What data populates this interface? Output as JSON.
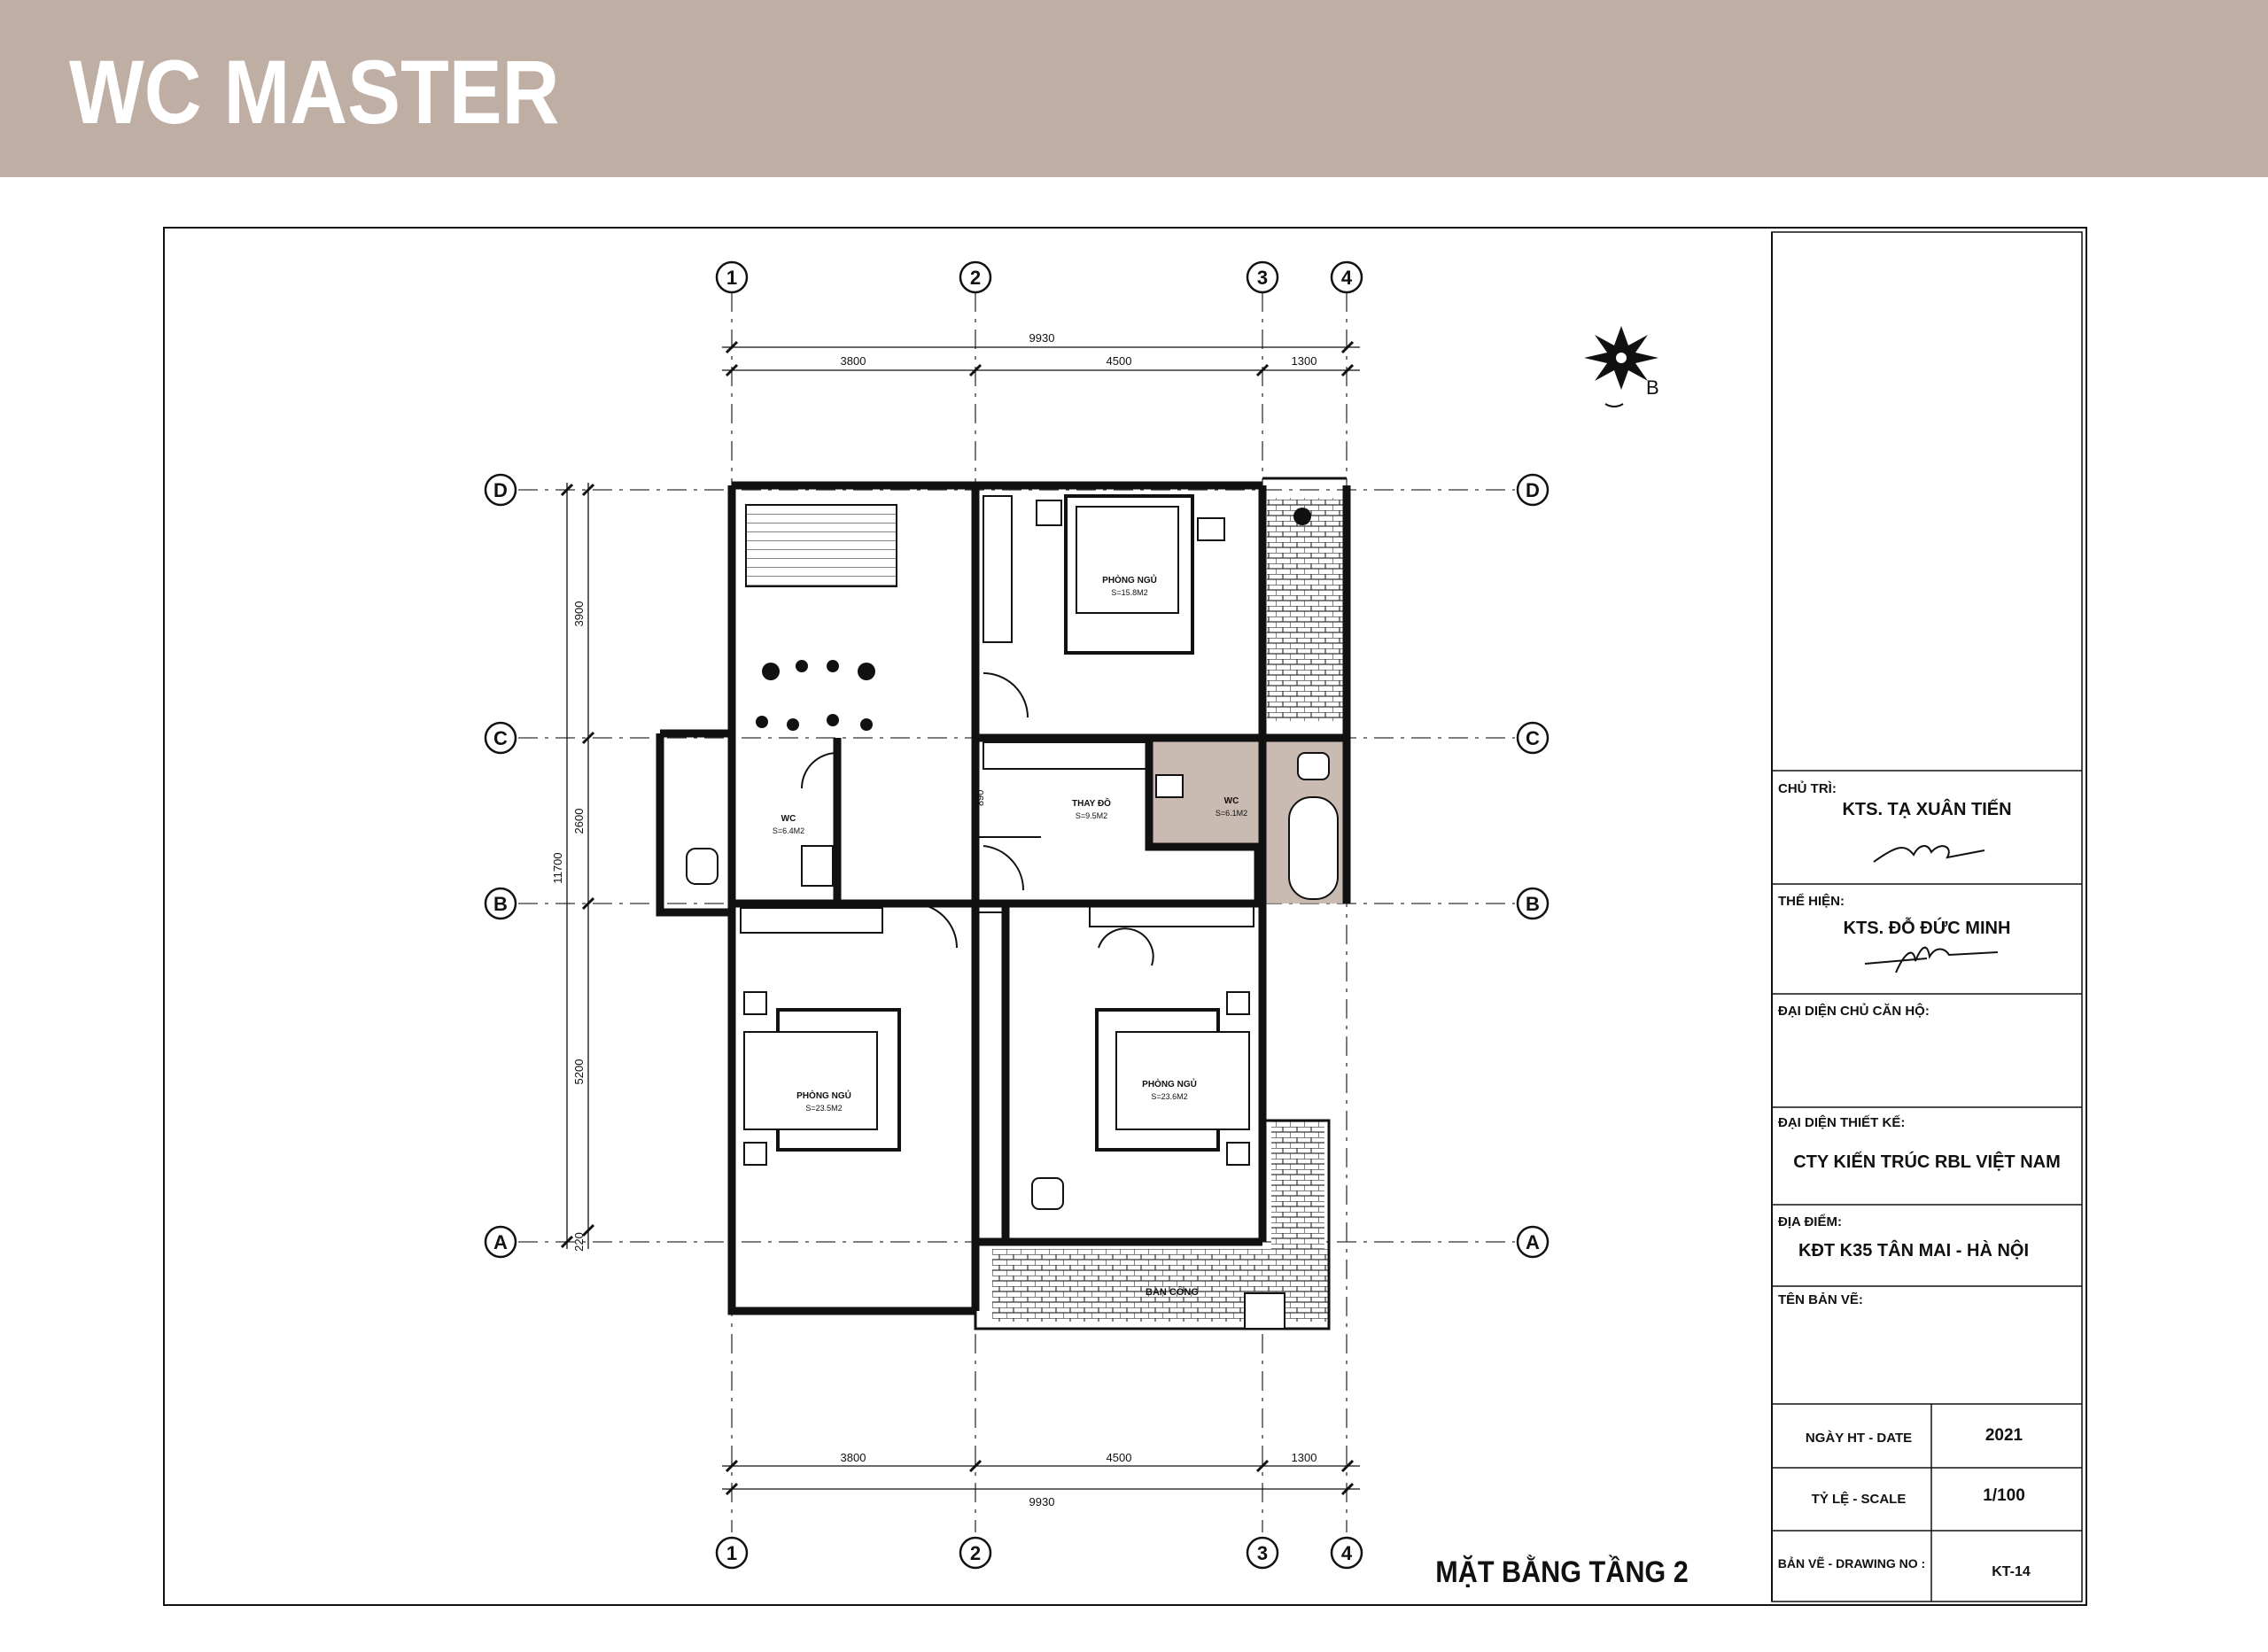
{
  "header": {
    "title": "WC MASTER",
    "bg_color": "#bfaea4",
    "text_color": "#ffffff"
  },
  "drawing": {
    "title": "MẶT BẰNG TẦNG 2",
    "north_label": "B",
    "grid_cols": [
      "1",
      "2",
      "3",
      "4"
    ],
    "grid_rows": [
      "D",
      "C",
      "B",
      "A"
    ],
    "dims_top_total": "9930",
    "dims_top": [
      "3800",
      "4500",
      "1300"
    ],
    "dims_bottom": [
      "3800",
      "4500",
      "1300"
    ],
    "dims_bottom_total": "9930",
    "dims_left_total": "11700",
    "dims_left": [
      "3900",
      "2600",
      "5200",
      "220"
    ],
    "highlight_color": "#bfaea4",
    "rooms": [
      {
        "name": "PHÒNG NGỦ",
        "area": "S=15.8M2"
      },
      {
        "name": "THAY ĐỒ",
        "area": "S=9.5M2"
      },
      {
        "name": "WC",
        "area": "S=6.1M2"
      },
      {
        "name": "WC",
        "area": "S=6.4M2"
      },
      {
        "name": "PHÒNG NGỦ",
        "area": "S=23.5M2"
      },
      {
        "name": "PHÒNG NGỦ",
        "area": "S=23.6M2"
      },
      {
        "name": "BAN CÔNG",
        "area": ""
      }
    ],
    "small_dim": "890"
  },
  "title_block": {
    "chu_tri_label": "CHỦ TRÌ:",
    "chu_tri_value": "KTS. TẠ XUÂN TIẾN",
    "the_hien_label": "THỂ HIỆN:",
    "the_hien_value": "KTS. ĐỖ ĐỨC MINH",
    "dai_dien_chu_label": "ĐẠI DIỆN CHỦ CĂN HỘ:",
    "dai_dien_tk_label": "ĐẠI DIỆN THIẾT KẾ:",
    "dai_dien_tk_value": "CTY KIẾN TRÚC RBL VIỆT NAM",
    "dia_diem_label": "ĐỊA ĐIỂM:",
    "dia_diem_value": "KĐT K35 TÂN MAI -  HÀ NỘI",
    "ten_ban_ve_label": "TÊN BẢN VẼ:",
    "date_label": "NGÀY HT - DATE",
    "date_value": "2021",
    "scale_label": "TỶ LỆ - SCALE",
    "scale_value": "1/100",
    "drawing_no_label": "BẢN VẼ - DRAWING NO :",
    "drawing_no_value": "KT-14"
  }
}
